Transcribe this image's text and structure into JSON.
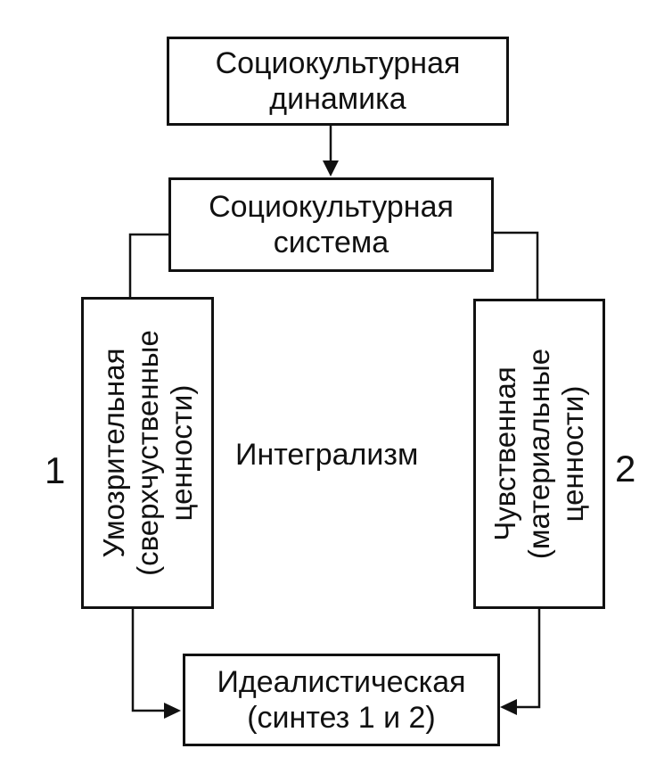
{
  "diagram": {
    "box_dynamics": {
      "line1": "Социокультурная",
      "line2": "динамика"
    },
    "box_system": {
      "line1": "Социокультурная",
      "line2": "система"
    },
    "box_speculative": {
      "line1": "Умозрительная",
      "line2": "(сверхчуственные",
      "line3": "ценности)"
    },
    "box_sensual": {
      "line1": "Чувственная",
      "line2": "(материальные",
      "line3": "ценности)"
    },
    "box_idealistic": {
      "line1": "Идеалистическая",
      "line2": "(синтез 1 и 2)"
    },
    "center_label": "Интегрализм",
    "number_left": "1",
    "number_right": "2"
  }
}
